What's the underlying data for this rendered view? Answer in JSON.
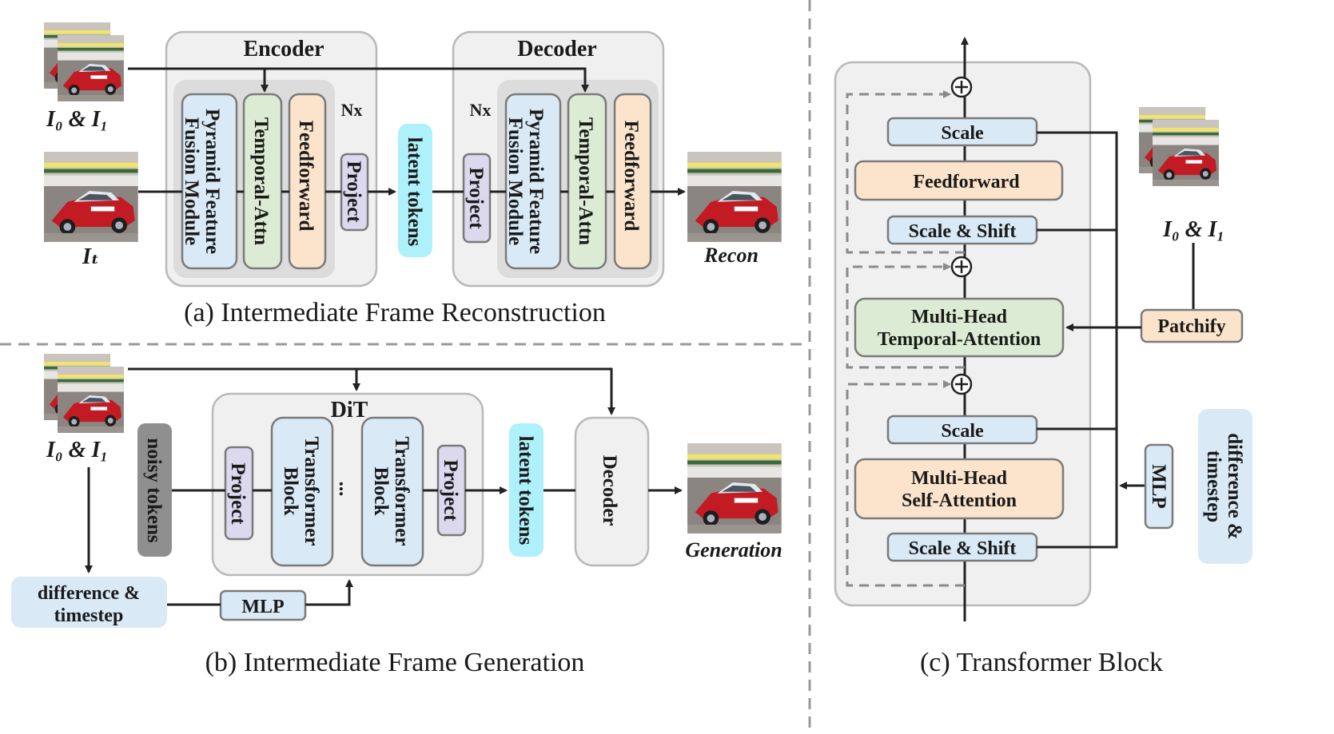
{
  "colors": {
    "blue": "#d9eaf6",
    "green": "#dcecd4",
    "orange": "#fbe4cb",
    "purple": "#dcd8ee",
    "cyan": "#aef1fa",
    "gray_panel": "#f0f0f0",
    "gray_inner": "#dcdcdc",
    "noisy": "#8f8f8f",
    "outline": "#7a7a7a"
  },
  "icons": [
    "race-car-thumbnail",
    "circled-plus-icon",
    "arrow-icon"
  ],
  "panel_a": {
    "caption": "(a) Intermediate Frame Reconstruction",
    "encoder_title": "Encoder",
    "decoder_title": "Decoder",
    "input_pair_label": "I₀ & I₁",
    "input_t_label": "Iₜ",
    "nx_enc": "Nx",
    "nx_dec": "Nx",
    "pyramid_line1": "Pyramid Feature",
    "pyramid_line2": "Fusion Module",
    "temporal_attn": "Temporal-Attn",
    "feedforward": "Feedforward",
    "project": "Project",
    "latent_tokens": "latent tokens",
    "output_label": "Recon"
  },
  "panel_b": {
    "caption": "(b) Intermediate Frame Generation",
    "dit_title": "DiT",
    "input_pair_label": "I₀ & I₁",
    "noisy_tokens": "noisy tokens",
    "project": "Project",
    "transformer_line1": "Transformer",
    "transformer_line2": "Block",
    "ellipsis": "...",
    "latent_tokens": "latent tokens",
    "decoder": "Decoder",
    "output_label": "Generation",
    "cond_line1": "difference &",
    "cond_line2": "timestep",
    "mlp": "MLP"
  },
  "panel_c": {
    "caption": "(c) Transformer Block",
    "scale_top": "Scale",
    "feedforward": "Feedforward",
    "scale_shift_top": "Scale & Shift",
    "mhta_line1": "Multi-Head",
    "mhta_line2": "Temporal-Attention",
    "scale_bottom": "Scale",
    "mhsa_line1": "Multi-Head",
    "mhsa_line2": "Self-Attention",
    "scale_shift_bottom": "Scale & Shift",
    "input_pair_label": "I₀ & I₁",
    "patchify": "Patchify",
    "mlp": "MLP",
    "cond_line1": "difference &",
    "cond_line2": "timestep"
  }
}
